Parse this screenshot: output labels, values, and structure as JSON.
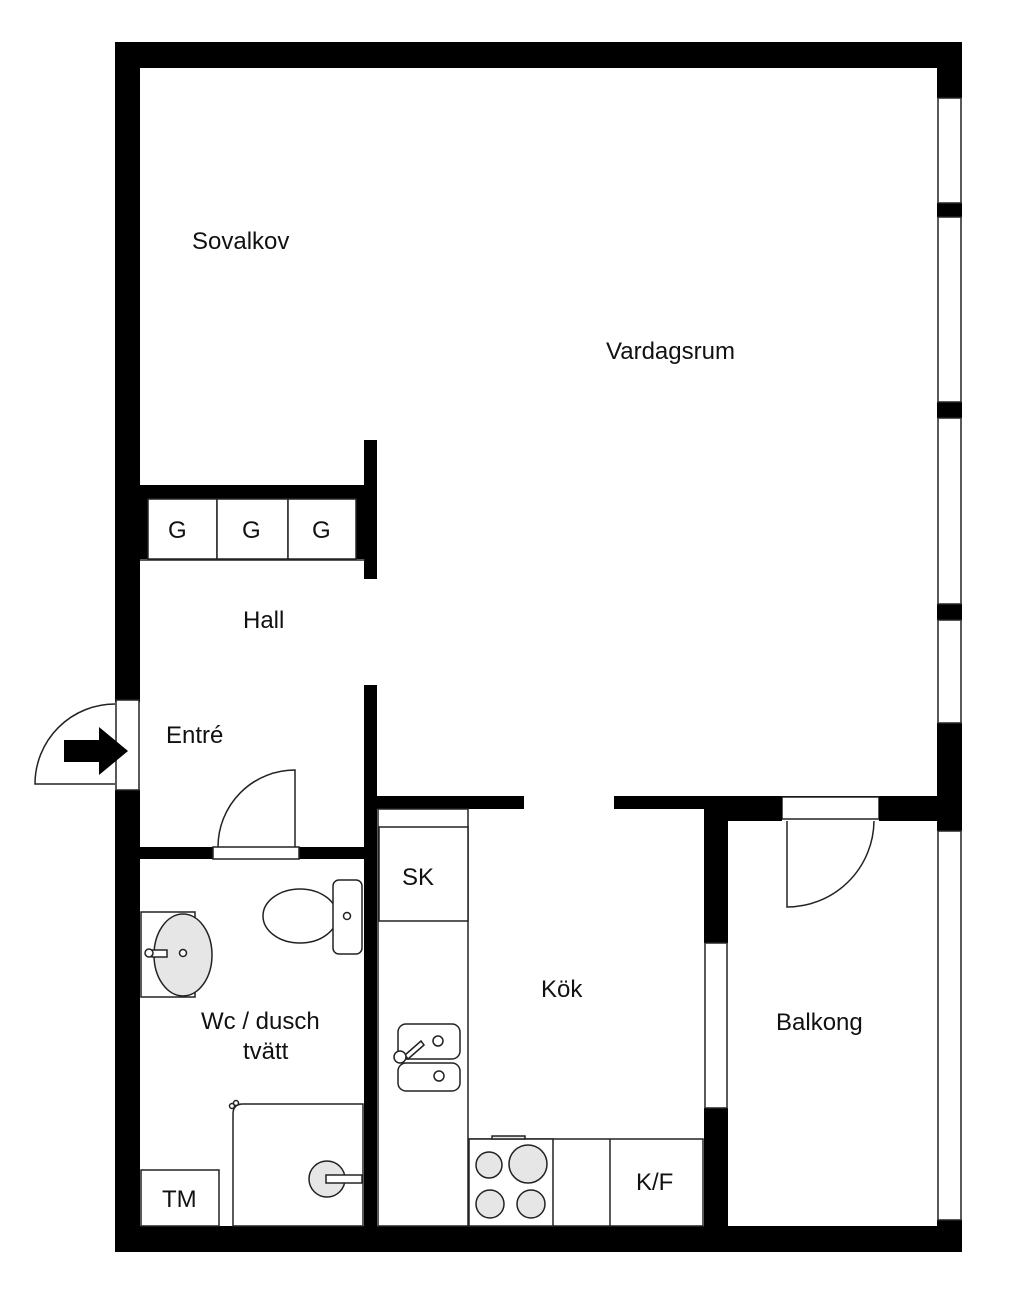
{
  "floorplan": {
    "rooms": {
      "sovalkov": "Sovalkov",
      "vardagsrum": "Vardagsrum",
      "hall": "Hall",
      "entre": "Entré",
      "wc_line1": "Wc / dusch",
      "wc_line2": "tvätt",
      "kok": "Kök",
      "balkong": "Balkong"
    },
    "fixtures": {
      "wardrobes": [
        "G",
        "G",
        "G"
      ],
      "sk": "SK",
      "tm": "TM",
      "kf": "K/F"
    },
    "colors": {
      "wall": "#000000",
      "background": "#ffffff",
      "appliance_fill": "#e6e6e6"
    }
  }
}
